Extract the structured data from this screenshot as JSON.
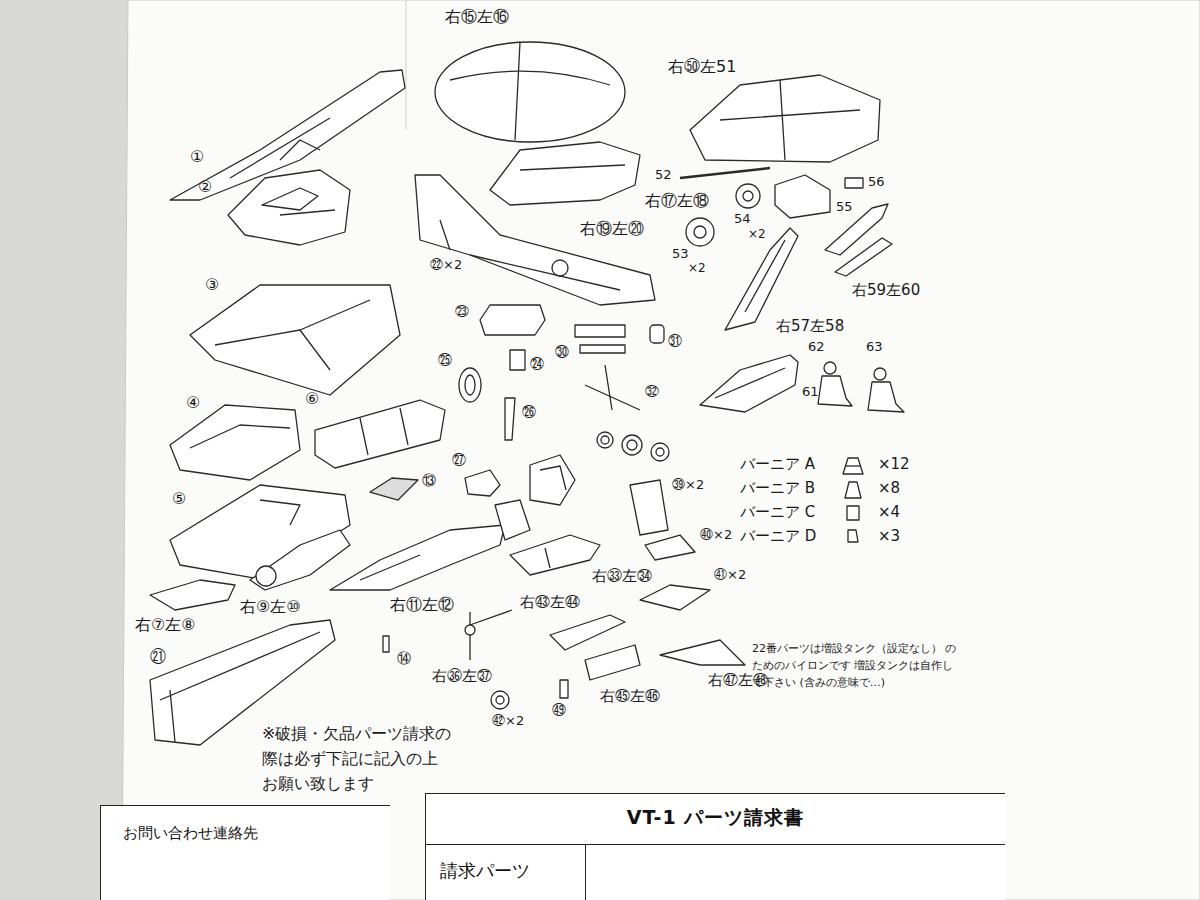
{
  "diagram": {
    "nodes": [
      {
        "text": [
          "お問い合わせ連絡先"
        ]
      },
      {
        "text": [
          "VT-1 パーツ請求書"
        ]
      },
      {
        "text": [
          "請求パーツ"
        ],
        "in": 1
      }
    ],
    "labels": [
      "①",
      "②",
      "③",
      "④",
      "⑥",
      "⑤",
      "⑬",
      "右⑦左⑧",
      "右⑨左⑩",
      "右⑪左⑫",
      "⑭",
      "㉑",
      "右⑮左⑯",
      "右㊿左51",
      "右⑰左⑱",
      "右⑲左⑳",
      "㉒×2",
      "㉓",
      "㉕",
      "㉔",
      "㉖",
      "㉚",
      "㉛",
      "㉜",
      "㉗",
      "㊴×2",
      "㊵×2",
      "㊶×2",
      "右㉝左㉞",
      "右㊸左㊹",
      "右㊱左㊲",
      "右㊺左㊻",
      "右㊼左㊽",
      "㊷×2",
      "㊾",
      "52",
      "53",
      "×2",
      "54",
      "×2",
      "55",
      "56",
      "右57左58",
      "右59左60",
      "61",
      "62",
      "63",
      "バーニア A",
      "×12",
      "バーニア B",
      "×8",
      "バーニア C",
      "×4",
      "バーニア D",
      "×3",
      "22番パーツは増設タンク（設定なし） のためのパイロンです 増設タンクは自作して下さい (含みの意味で…)",
      "※破損・欠品パーツ請求の 際は必ず下記に記入の上 お願い致します"
    ]
  }
}
